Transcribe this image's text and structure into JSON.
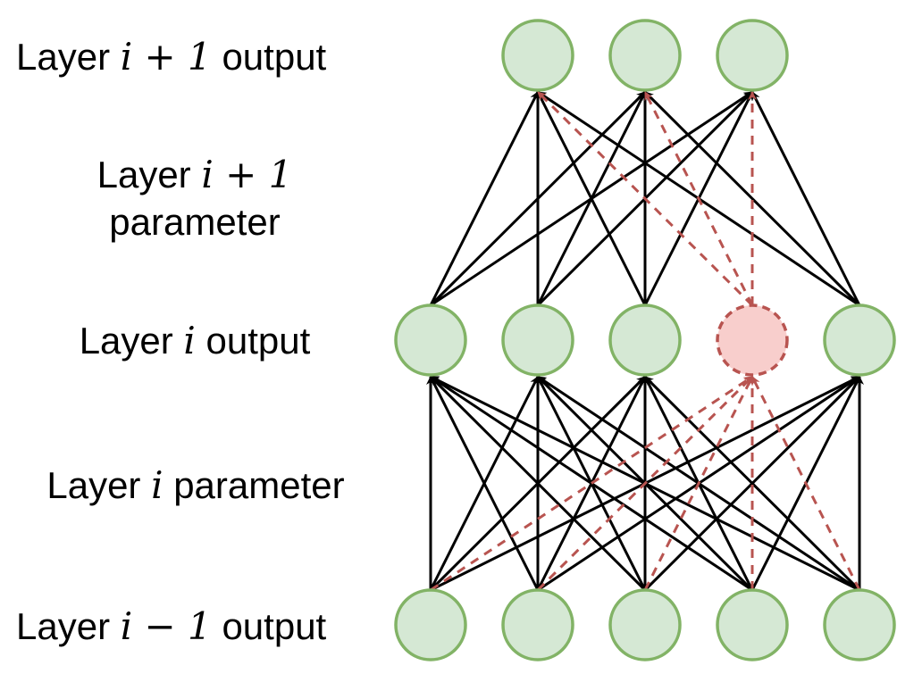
{
  "labels": {
    "top_output": {
      "prefix": "Layer",
      "math": "i + 1",
      "suffix": "output"
    },
    "top_param": {
      "line1_prefix": "Layer",
      "line1_math": "i + 1",
      "line2": "parameter"
    },
    "mid_output": {
      "prefix": "Layer",
      "math": "i",
      "suffix": "output"
    },
    "mid_param": {
      "prefix": "Layer",
      "math": "i",
      "suffix": "parameter"
    },
    "bottom_output": {
      "prefix": "Layer",
      "math": "i − 1",
      "suffix": "output"
    }
  },
  "network": {
    "layers": [
      {
        "name": "layer-i-plus-1-output",
        "count": 3
      },
      {
        "name": "layer-i-output",
        "count": 5,
        "highlight_index": 3
      },
      {
        "name": "layer-i-minus-1-output",
        "count": 5
      }
    ]
  },
  "colors": {
    "node_fill": "#d5e8d4",
    "node_stroke": "#82b366",
    "highlight_fill": "#f8cecc",
    "highlight_stroke": "#b85450",
    "edge": "#000000",
    "dashed_edge": "#b85450"
  }
}
